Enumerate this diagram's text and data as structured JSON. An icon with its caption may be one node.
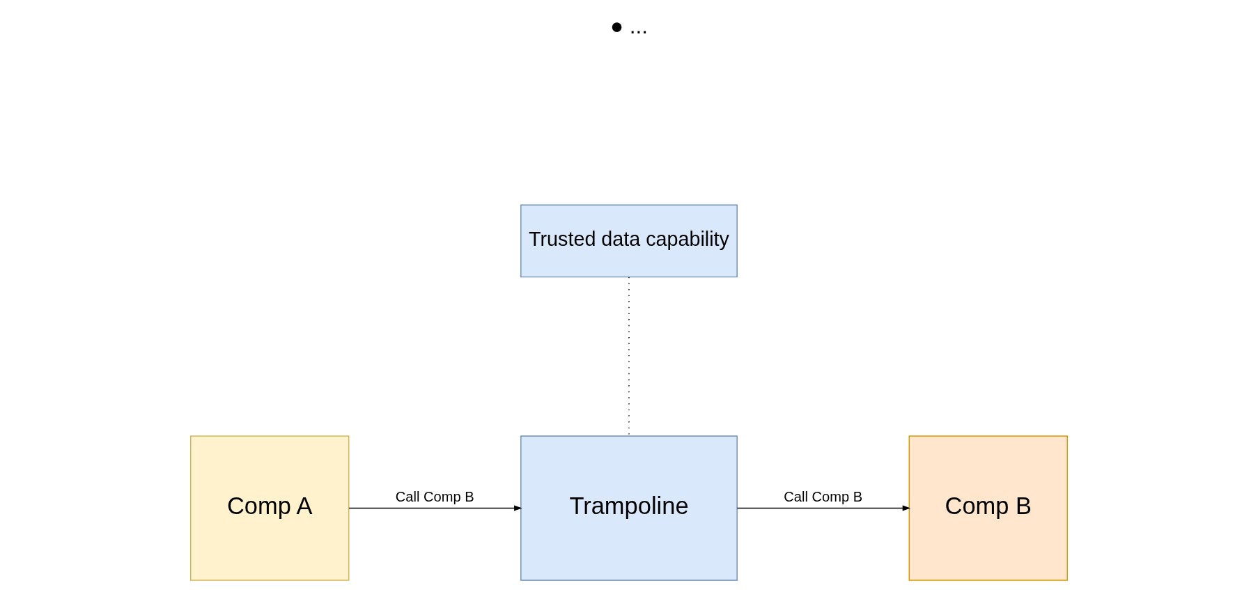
{
  "diagram": {
    "nodes": [
      {
        "text": [
          "Trusted data capability"
        ]
      },
      {
        "text": [
          "Comp A"
        ]
      },
      {
        "text": [
          "Trampoline"
        ]
      },
      {
        "text": [
          "Comp B"
        ]
      }
    ],
    "edges": [
      {
        "from": 0,
        "to": 2,
        "arrow": "none",
        "style": "dashed"
      },
      {
        "from": 1,
        "to": 2,
        "arrow": "to",
        "label": "Call Comp B"
      },
      {
        "from": 2,
        "to": 3,
        "arrow": "to",
        "label": "Call Comp B"
      }
    ],
    "labels": [
      "● ..."
    ]
  }
}
